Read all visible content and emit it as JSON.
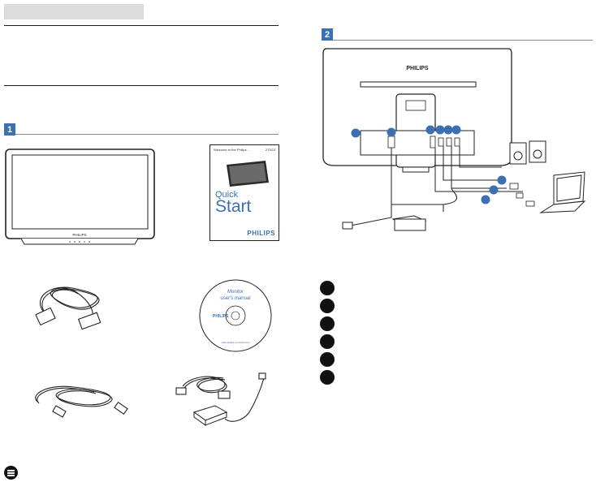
{
  "section1": {
    "number": "1"
  },
  "section2": {
    "number": "2"
  },
  "monitor": {
    "brand": "PHILIPS"
  },
  "quick_start": {
    "line1": "Quick",
    "line2": "Start",
    "brand": "PHILIPS",
    "header_text": "Welcome to the Philips ...",
    "model": "273G3"
  },
  "cd": {
    "title": "Monitor",
    "subtitle": "user's manual",
    "brand": "PHILIPS",
    "ring_text": "www.philips.com/welcome"
  },
  "rear": {
    "brand": "PHILIPS"
  },
  "callouts": [
    "",
    "",
    "",
    "",
    "",
    ""
  ],
  "colors": {
    "accent": "#3d6fb3",
    "dark": "#111111"
  },
  "icons": [
    "note-icon",
    "speakers-icon",
    "laptop-icon",
    "power-adapter-icon"
  ]
}
